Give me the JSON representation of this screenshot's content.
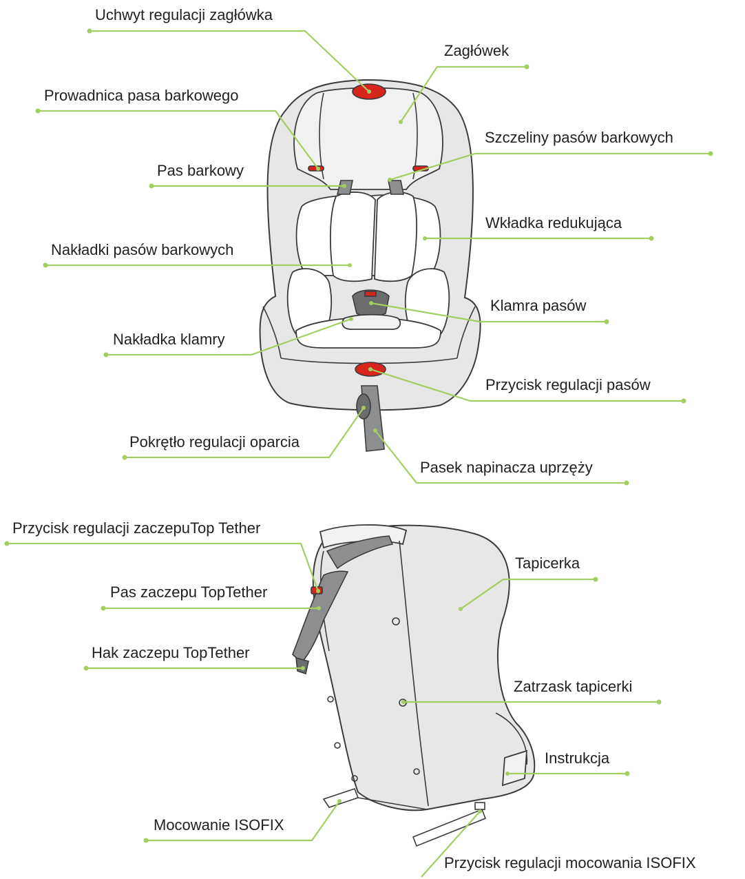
{
  "colors": {
    "leader": "#a3cf62",
    "text": "#231f20",
    "seat_fill": "#e7e7e8",
    "outline": "#3b3b3d",
    "accent_red": "#d5251c"
  },
  "labels": {
    "headrest_handle": "Uchwyt regulacji zagłówka",
    "headrest": "Zagłówek",
    "shoulder_belt_guide": "Prowadnica pasa barkowego",
    "shoulder_belt_slots": "Szczeliny pasów barkowych",
    "shoulder_belt": "Pas barkowy",
    "reducer_insert": "Wkładka redukująca",
    "shoulder_pads": "Nakładki pasów barkowych",
    "buckle": "Klamra pasów",
    "buckle_pad": "Nakładka klamry",
    "belt_adjust_button": "Przycisk regulacji pasów",
    "recline_knob": "Pokrętło regulacji oparcia",
    "harness_strap": "Pasek napinacza uprzęży",
    "top_tether_button": "Przycisk regulacji zaczepuTop Tether",
    "cover": "Tapicerka",
    "top_tether_strap": "Pas zaczepu TopTether",
    "top_tether_hook": "Hak zaczepu TopTether",
    "cover_clasp": "Zatrzask tapicerki",
    "manual": "Instrukcja",
    "isofix": "Mocowanie ISOFIX",
    "isofix_button": "Przycisk regulacji mocowania ISOFIX"
  }
}
